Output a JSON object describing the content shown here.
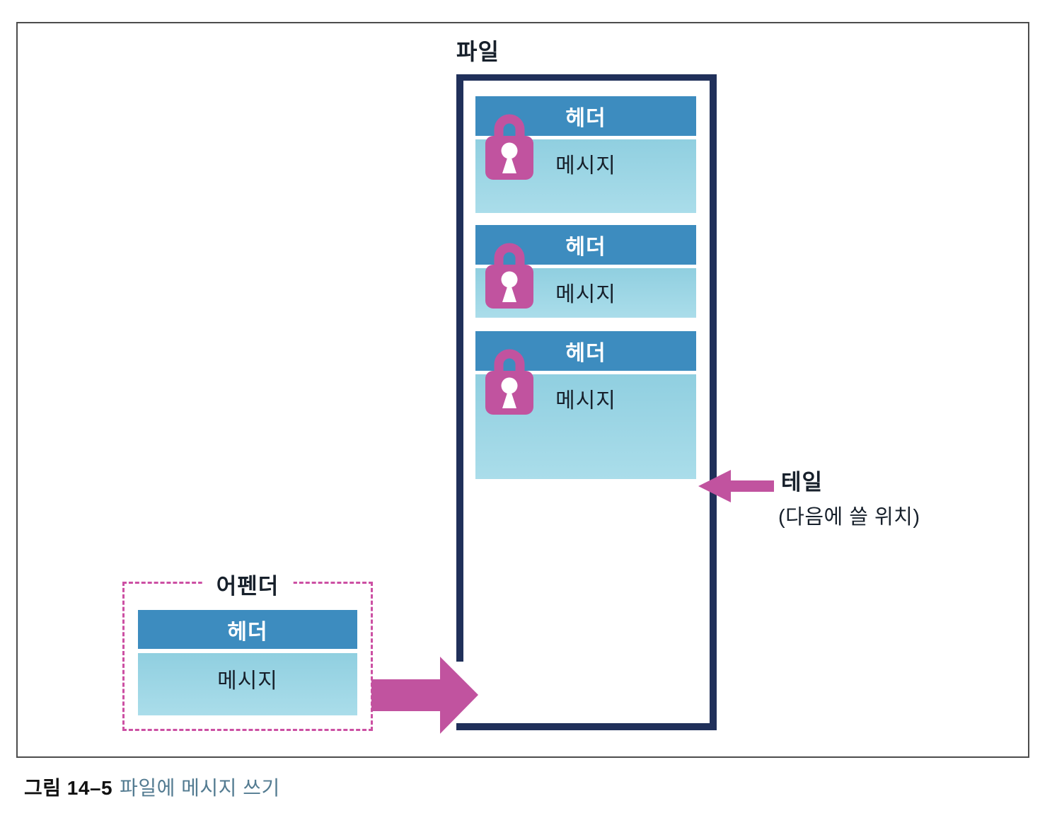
{
  "colors": {
    "navy": "#20305a",
    "header_blue": "#3d8cbf",
    "msg_top": "#90cfe0",
    "msg_bottom": "#aaddea",
    "pink": "#c1539f",
    "dash_pink": "#cc50a3",
    "caption_accent": "#537b91",
    "frame_gray": "#4c4c4c",
    "text_dark": "#17202b"
  },
  "file": {
    "label": "파일",
    "records": [
      {
        "header": "헤더",
        "message": "메시지"
      },
      {
        "header": "헤더",
        "message": "메시지"
      },
      {
        "header": "헤더",
        "message": "메시지"
      }
    ]
  },
  "tail": {
    "label": "테일",
    "sublabel": "(다음에 쓸 위치)"
  },
  "appender": {
    "label": "어펜더",
    "header": "헤더",
    "message": "메시지"
  },
  "caption": {
    "number": "그림 14–5",
    "text": "파일에 메시지 쓰기"
  },
  "icons": {
    "lock": "lock-icon",
    "append_arrow": "arrow-right-icon",
    "tail_arrow": "arrow-left-icon"
  }
}
